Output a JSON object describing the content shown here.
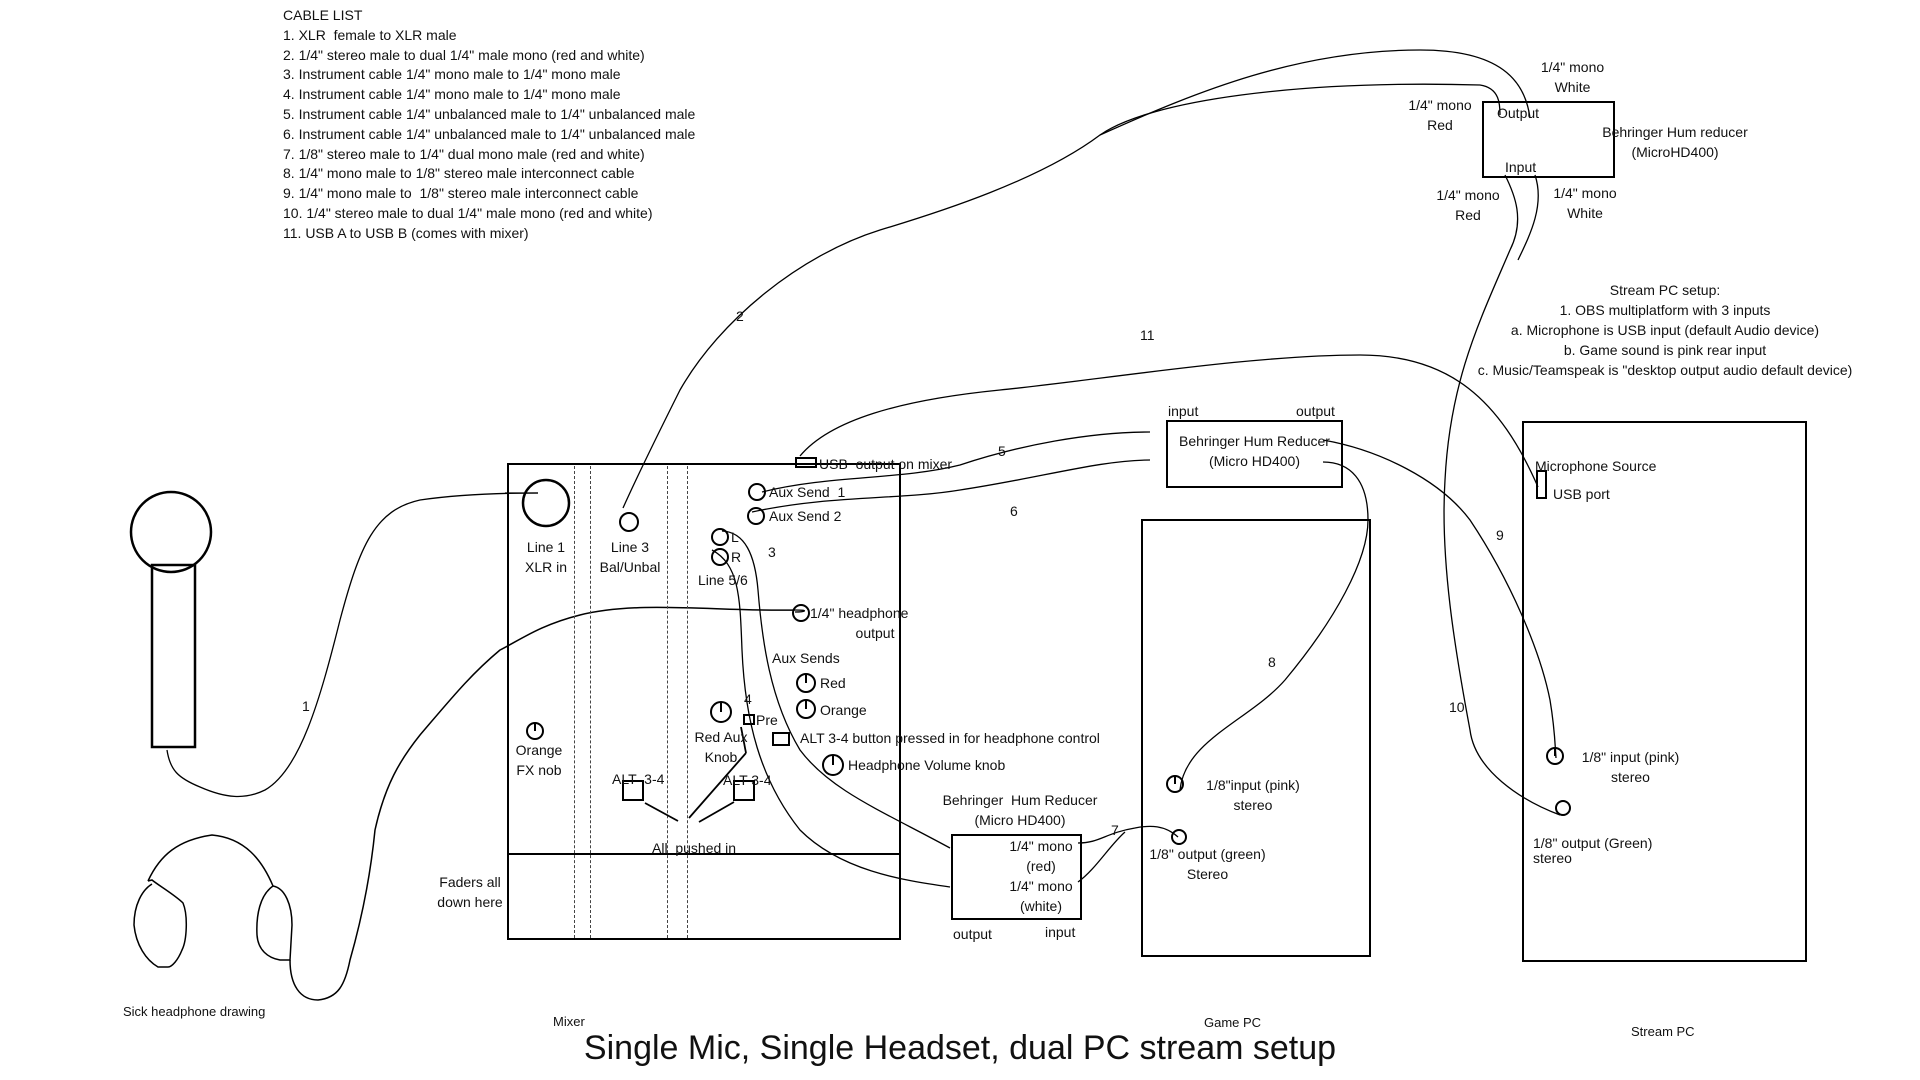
{
  "title": "Single Mic, Single Headset,  dual PC stream setup",
  "cable_list": {
    "heading": "CABLE LIST",
    "items": [
      "1. XLR  female to XLR male",
      "2. 1/4\" stereo male to dual 1/4\" male mono (red and white)",
      "3. Instrument cable 1/4\" mono male to 1/4\" mono male",
      "4. Instrument cable 1/4\" mono male to 1/4\" mono male",
      "5. Instrument cable 1/4\" unbalanced male to 1/4\" unbalanced male",
      "6. Instrument cable 1/4\" unbalanced male to 1/4\" unbalanced male",
      "7. 1/8\" stereo male to 1/4\" dual mono male (red and white)",
      "8. 1/4\" mono male to 1/8\" stereo male interconnect cable",
      "9. 1/4\" mono male to  1/8\" stereo male interconnect cable",
      "10. 1/4\" stereo male to dual 1/4\" male mono (red and white)",
      "11. USB A to USB B (comes with mixer)"
    ]
  },
  "stream_pc_setup": {
    "heading": "Stream PC setup:",
    "lines": [
      "1. OBS multiplatform with 3 inputs",
      "a. Microphone is USB input (default Audio device)",
      "b. Game sound is pink rear input",
      "c. Music/Teamspeak is \"desktop output audio default device)"
    ]
  },
  "top_hum_reducer": {
    "name_line1": "Behringer Hum reducer",
    "name_line2": "(MicroHD400)",
    "output_label": "Output",
    "input_label": "Input",
    "out_red_line1": "1/4\" mono",
    "out_red_line2": "Red",
    "out_white_line1": "1/4\" mono",
    "out_white_line2": "White",
    "in_red_line1": "1/4\" mono",
    "in_red_line2": "Red",
    "in_white_line1": "1/4\" mono",
    "in_white_line2": "White"
  },
  "mid_hum_reducer": {
    "name_line1": "Behringer Hum Reducer",
    "name_line2": "(Micro HD400)",
    "input_label": "input",
    "output_label": "output"
  },
  "bottom_hum_reducer": {
    "name_line1": "Behringer  Hum Reducer",
    "name_line2": "(Micro HD400)",
    "red_line1": "1/4\" mono",
    "red_line2": "(red)",
    "white_line1": "1/4\" mono",
    "white_line2": "(white)",
    "output_label": "output",
    "input_label": "input"
  },
  "mixer": {
    "caption": "Mixer",
    "usb_output": "USB  output on mixer",
    "line1_a": "Line 1",
    "line1_b": "XLR in",
    "line3_a": "Line 3",
    "line3_b": "Bal/Unbal",
    "aux_send_1": "Aux Send  1",
    "aux_send_2": "Aux Send 2",
    "line56_l": "L",
    "line56_r": "R",
    "line56": "Line 5/6",
    "headphone_out_a": "1/4\" headphone",
    "headphone_out_b": "output",
    "aux_sends": "Aux Sends",
    "aux_red": "Red",
    "aux_orange": "Orange",
    "red_aux_knob_a": "Red Aux",
    "red_aux_knob_b": "Knob",
    "pre": "Pre",
    "alt_button_note": "ALT 3-4 button pressed in for headphone control",
    "headphone_volume": "Headphone Volume knob",
    "orange_fx_a": "Orange",
    "orange_fx_b": "FX nob",
    "alt34_left": "ALT  3-4",
    "alt34_right": "ALT 3-4",
    "all_pushed": "All  pushed in",
    "faders_a": "Faders all",
    "faders_b": "down here"
  },
  "game_pc": {
    "caption": "Game PC",
    "input_a": "1/8\"input (pink)",
    "input_b": "stereo",
    "output_a": "1/8\" output (green)",
    "output_b": "Stereo"
  },
  "stream_pc": {
    "caption": "Stream PC",
    "mic_source": "Microphone Source",
    "usb_port": "USB port",
    "input_a": "1/8\" input (pink)",
    "input_b": "stereo",
    "output_a": "1/8\" output (Green)",
    "output_b": "stereo"
  },
  "headphones": {
    "caption": "Sick headphone drawing"
  },
  "cable_numbers": {
    "c1": "1",
    "c2": "2",
    "c3": "3",
    "c4": "4",
    "c5": "5",
    "c6": "6",
    "c7": "7",
    "c8": "8",
    "c9": "9",
    "c10": "10",
    "c11": "11"
  }
}
